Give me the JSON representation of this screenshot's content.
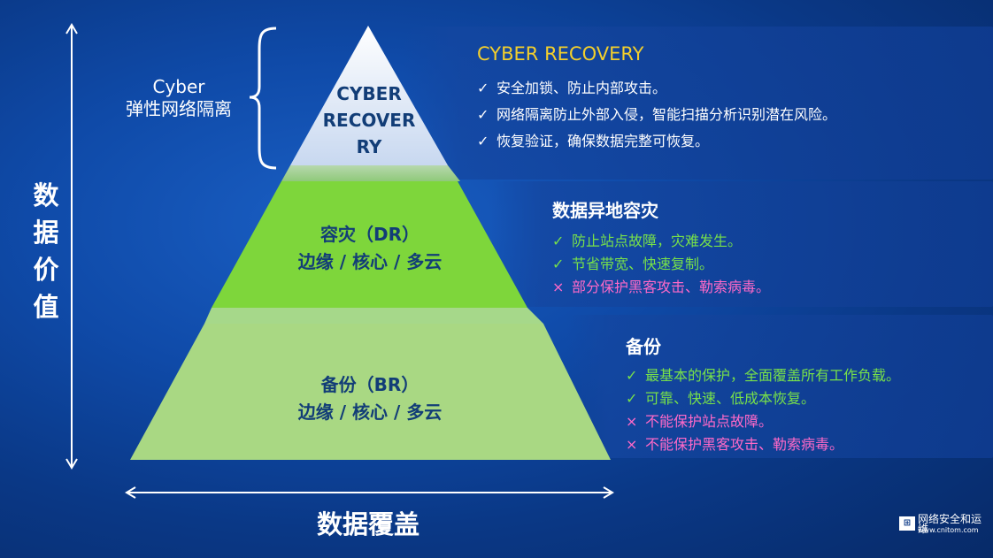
{
  "axes": {
    "vertical_label": "数据价值",
    "horizontal_label": "数据覆盖"
  },
  "left_label": {
    "line1": "Cyber",
    "line2": "弹性网络隔离"
  },
  "tiers": {
    "top": {
      "lines": [
        "CYBER",
        "RECOVER",
        "RY"
      ],
      "color": "#e6eef9"
    },
    "middle": {
      "lines": [
        "容灾（DR）",
        "边缘 / 核心 / 多云"
      ],
      "color": "#7ed63b"
    },
    "bottom": {
      "lines": [
        "备份（BR）",
        "边缘 / 核心 / 多云"
      ],
      "color": "#a9d883"
    }
  },
  "panels": {
    "cyber": {
      "title": "CYBER RECOVERY",
      "title_color": "#f3cf2c",
      "items": [
        {
          "mark": "✓",
          "text": "安全加锁、防止内部攻击。"
        },
        {
          "mark": "✓",
          "text": "网络隔离防止外部入侵，智能扫描分析识别潜在风险。"
        },
        {
          "mark": "✓",
          "text": "恢复验证，确保数据完整可恢复。"
        }
      ]
    },
    "dr": {
      "title": "数据异地容灾",
      "items": [
        {
          "mark": "✓",
          "text": "防止站点故障，灾难发生。"
        },
        {
          "mark": "✓",
          "text": "节省带宽、快速复制。"
        },
        {
          "mark": "×",
          "text": "部分保护黑客攻击、勒索病毒。"
        }
      ]
    },
    "br": {
      "title": "备份",
      "items": [
        {
          "mark": "✓",
          "text": "最基本的保护，全面覆盖所有工作负载。"
        },
        {
          "mark": "✓",
          "text": "可靠、快速、低成本恢复。"
        },
        {
          "mark": "×",
          "text": "不能保护站点故障。"
        },
        {
          "mark": "×",
          "text": "不能保护黑客攻击、勒索病毒。"
        }
      ]
    }
  },
  "watermark": {
    "name": "网络安全和运维",
    "url": "www.cnitom.com"
  }
}
